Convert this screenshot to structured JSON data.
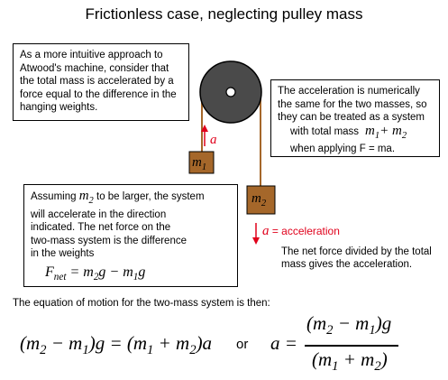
{
  "title": "Frictionless case, neglecting pulley mass",
  "intro_box": "As a more intuitive approach to Atwood's machine, consider that the total mass is accelerated by a force equal to the difference in the hanging weights.",
  "right_box": {
    "line1": "The acceleration is numerically",
    "line2": "the same for the two masses, so",
    "line3": "they can be treated as a system",
    "line4_prefix": "with total mass",
    "line5": "when applying F = ma."
  },
  "assume_box": {
    "prefix": "Assuming",
    "suffix": "to be larger, the system",
    "line2": "will accelerate in the direction",
    "line3": "indicated. The net force on the",
    "line4": "two-mass system is the difference",
    "line5": "in the weights"
  },
  "accel_label": "= acceleration",
  "accel_symbol": "a",
  "net_force_text": "The net force divided by the total mass gives the acceleration.",
  "equation_intro": "The equation of motion for the two-mass system is then:",
  "or_text": "or",
  "colors": {
    "pulley": "#4a4a4a",
    "rope": "#a5672a",
    "mass": "#a5672a",
    "accent": "#e0001b"
  }
}
